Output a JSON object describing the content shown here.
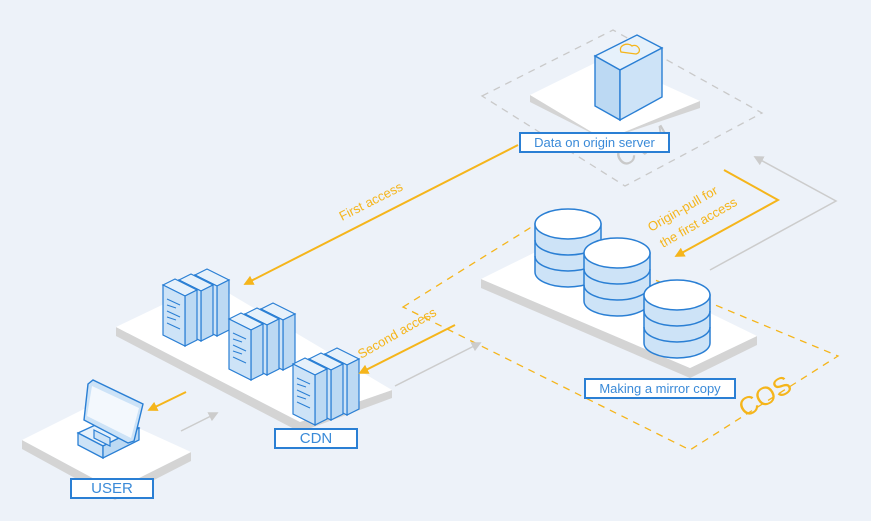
{
  "nodes": {
    "cvm": {
      "label": "Data on origin server",
      "zone": "CVM"
    },
    "cos": {
      "label": "Making a mirror copy",
      "zone": "COS"
    },
    "cdn": {
      "label": "CDN"
    },
    "user": {
      "label": "USER"
    }
  },
  "arrows": {
    "first_access": "First access",
    "origin_pull_line1": "Origin-pull for",
    "origin_pull_line2": "the first access",
    "second_access": "Second access"
  },
  "colors": {
    "background": "#edf2f9",
    "accent_blue": "#2a7fd4",
    "fill_blue": "#cde3f7",
    "arrow_orange": "#f5b51b",
    "arrow_gray": "#cccccc"
  }
}
